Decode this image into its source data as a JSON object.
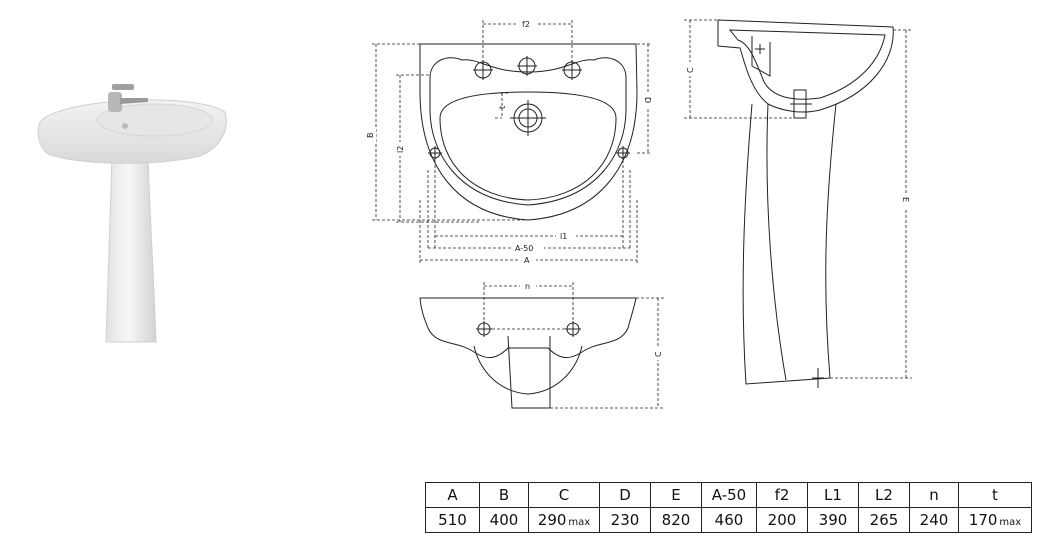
{
  "drawing_labels": {
    "f2_top": "f2",
    "t": "t",
    "C_top": "C",
    "D": "D",
    "B": "B",
    "l2": "l2",
    "l1": "l1",
    "a50": "A-50",
    "A": "A",
    "n": "n",
    "C_front": "C",
    "E": "E"
  },
  "table": {
    "headers": [
      "A",
      "B",
      "C",
      "D",
      "E",
      "A-50",
      "f2",
      "L1",
      "L2",
      "n",
      "t"
    ],
    "values": [
      "510",
      "400",
      "290",
      "230",
      "820",
      "460",
      "200",
      "390",
      "265",
      "240",
      "170"
    ],
    "suffixes": [
      "",
      "",
      "max",
      "",
      "",
      "",
      "",
      "",
      "",
      "",
      "max"
    ]
  }
}
